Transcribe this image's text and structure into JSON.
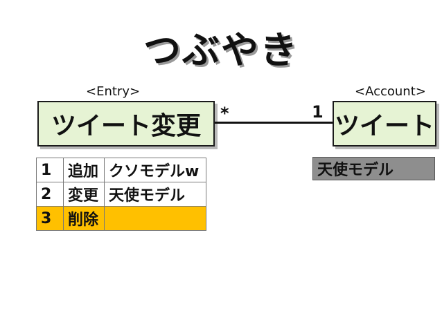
{
  "title": "つぶやき",
  "entry_entity": {
    "stereotype": "<Entry>",
    "name": "ツイート変更",
    "multiplicity": "*"
  },
  "account_entity": {
    "stereotype": "<Account>",
    "name": "ツイート",
    "multiplicity": "1"
  },
  "entry_records": [
    {
      "num": "1",
      "op": "追加",
      "value": "クソモデルw"
    },
    {
      "num": "2",
      "op": "変更",
      "value": "天使モデル"
    },
    {
      "num": "3",
      "op": "削除",
      "value": ""
    }
  ],
  "account_record": {
    "value": "天使モデル"
  },
  "colors": {
    "entity_fill": "#e6f3d4",
    "highlight_row": "#ffc000",
    "account_row_fill": "#8e8e8e"
  }
}
